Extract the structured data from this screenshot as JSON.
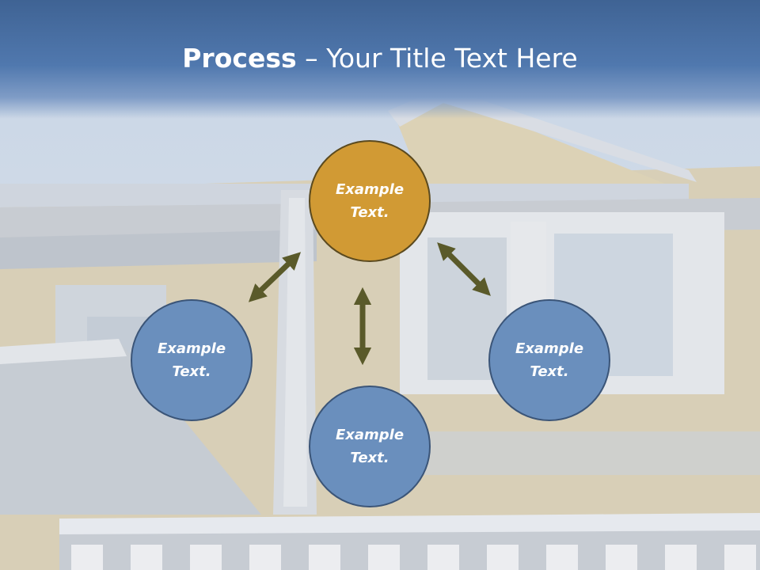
{
  "title": {
    "bold": "Process",
    "rest": " – Your Title Text Here"
  },
  "steps": [
    {
      "label_line1": "Example",
      "label_line2": "Text."
    },
    {
      "label_line1": "Example",
      "label_line2": "Text."
    },
    {
      "label_line1": "Example",
      "label_line2": "Text."
    },
    {
      "label_line1": "Example",
      "label_line2": "Text."
    }
  ],
  "colors": {
    "title_band": "#4a6fa5",
    "circle_blue": "#6a8fbd",
    "circle_gold": "#d19a34",
    "arrow": "#5a5a2a"
  },
  "icons": [
    "double-arrow-icon"
  ]
}
